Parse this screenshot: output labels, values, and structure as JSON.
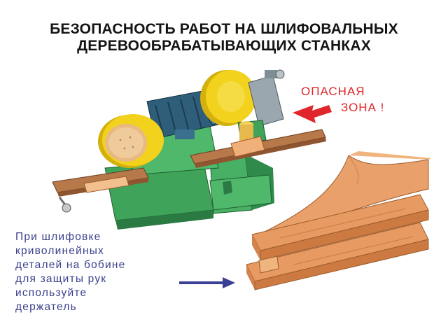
{
  "title": {
    "line1": "БЕЗОПАСНОСТЬ РАБОТ НА ШЛИФОВАЛЬНЫХ",
    "line2": "ДЕРЕВООБРАБАТЫВАЮЩИХ СТАНКАХ"
  },
  "danger_label": {
    "line1": "ОПАСНАЯ",
    "line2": "ЗОНА !"
  },
  "instruction": {
    "lines": [
      "При шлифовке",
      "криволинейных",
      "деталей на бобине",
      "для защиты рук",
      "используйте",
      "держатель"
    ]
  },
  "colors": {
    "title": "#141414",
    "danger": "#e0262b",
    "instruction": "#3a3f8c",
    "machine_base": "#3fa45a",
    "motor": "#2e5e7a",
    "disc": "#f2d21c",
    "wood": "#e9a06a"
  }
}
